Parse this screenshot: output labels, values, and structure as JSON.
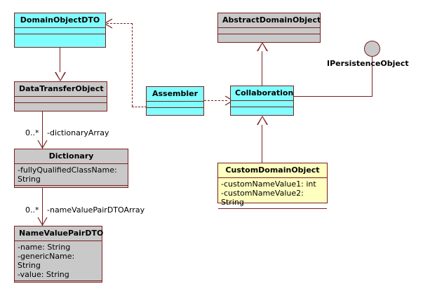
{
  "diagram": {
    "title": "UML Class Diagram",
    "colors": {
      "class_cyan": "#7ffeff",
      "class_grey": "#c9c9c9",
      "class_yellow": "#ffffbf",
      "line": "#7a1f1f",
      "background": "#ffffff"
    }
  },
  "classes": [
    {
      "id": "domain-object-dto",
      "name": "DomainObjectDTO",
      "fill": "cyan",
      "attributes": [],
      "operations": []
    },
    {
      "id": "data-transfer-object",
      "name": "DataTransferObject",
      "fill": "grey",
      "attributes": [],
      "operations": []
    },
    {
      "id": "dictionary",
      "name": "Dictionary",
      "fill": "grey",
      "attributes": [
        "-fullyQualifiedClassName: String"
      ],
      "operations": []
    },
    {
      "id": "name-value-pair-dto",
      "name": "NameValuePairDTO",
      "fill": "grey",
      "attributes": [
        "-name: String",
        "-genericName: String",
        "-value: String"
      ],
      "operations": []
    },
    {
      "id": "assembler",
      "name": "Assembler",
      "fill": "cyan",
      "attributes": [],
      "operations": []
    },
    {
      "id": "abstract-domain-object",
      "name": "AbstractDomainObject",
      "fill": "grey",
      "attributes": [],
      "operations": []
    },
    {
      "id": "collaboration",
      "name": "Collaboration",
      "fill": "cyan",
      "attributes": [],
      "operations": []
    },
    {
      "id": "custom-domain-object",
      "name": "CustomDomainObject",
      "fill": "yellow",
      "attributes": [
        "-customNameValue1: int",
        "-customNameValue2: String"
      ],
      "operations": []
    }
  ],
  "interfaces": [
    {
      "id": "ipersistence-object",
      "name": "IPersistenceObject",
      "notation": "lollipop",
      "provided_by": "collaboration"
    }
  ],
  "relationships": [
    {
      "id": "dto-generalization",
      "type": "generalization",
      "from": "data-transfer-object",
      "to": "domain-object-dto"
    },
    {
      "id": "dto-dictionary-association",
      "type": "directed-association",
      "from": "data-transfer-object",
      "to": "dictionary",
      "multiplicity": "0..*",
      "role": "-dictionaryArray"
    },
    {
      "id": "dictionary-nvp-association",
      "type": "directed-association",
      "from": "dictionary",
      "to": "name-value-pair-dto",
      "multiplicity": "0..*",
      "role": "-nameValuePairDTOArray"
    },
    {
      "id": "assembler-dto-dependency",
      "type": "dependency",
      "from": "assembler",
      "to": "domain-object-dto"
    },
    {
      "id": "assembler-collaboration-dependency",
      "type": "dependency",
      "from": "assembler",
      "to": "collaboration"
    },
    {
      "id": "collaboration-generalization",
      "type": "generalization",
      "from": "collaboration",
      "to": "abstract-domain-object"
    },
    {
      "id": "custom-generalization",
      "type": "generalization",
      "from": "custom-domain-object",
      "to": "collaboration"
    },
    {
      "id": "collaboration-ipersistence-realization",
      "type": "interface-realization",
      "from": "collaboration",
      "to": "ipersistence-object"
    }
  ],
  "labels": {
    "mult_dictionary": "0..*",
    "role_dictionary": "-dictionaryArray",
    "mult_nvp": "0..*",
    "role_nvp": "-nameValuePairDTOArray",
    "iface_ipersistence": "IPersistenceObject"
  }
}
